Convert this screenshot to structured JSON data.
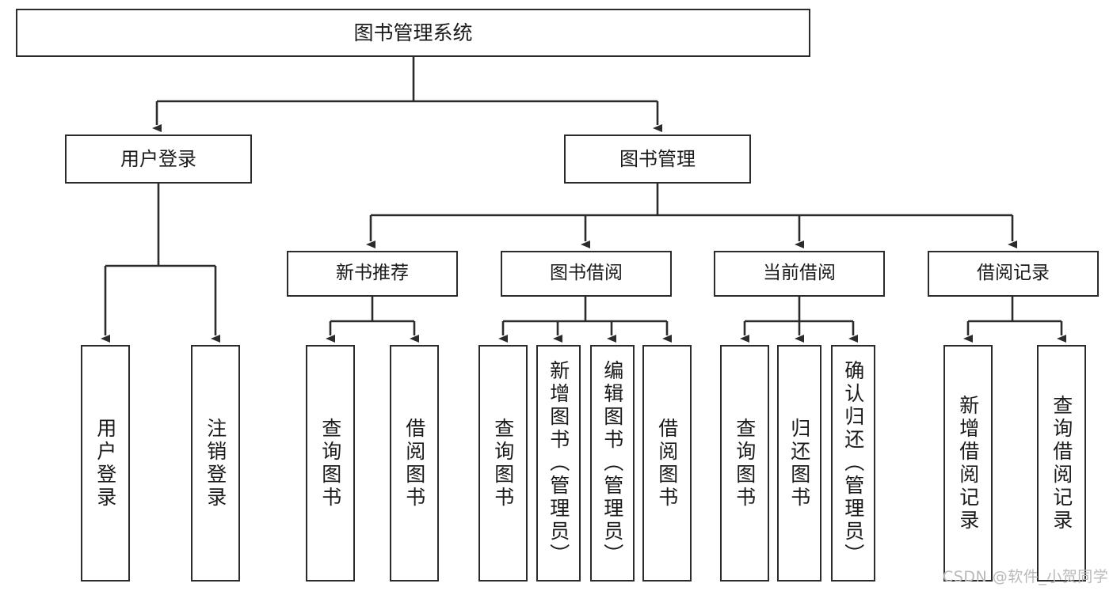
{
  "diagram": {
    "type": "tree",
    "title": "图书管理系统",
    "orientation": "top-down",
    "colors": {
      "node_border": "#2b2b2b",
      "node_fill": "#ffffff",
      "edge": "#2b2b2b",
      "text": "#1a1a1a",
      "watermark": "#b9b9b9",
      "background": "#ffffff"
    },
    "root": {
      "label": "图书管理系统"
    },
    "level2": [
      {
        "label": "用户登录"
      },
      {
        "label": "图书管理"
      }
    ],
    "level3": [
      {
        "label": "新书推荐"
      },
      {
        "label": "图书借阅"
      },
      {
        "label": "当前借阅"
      },
      {
        "label": "借阅记录"
      }
    ],
    "leaves": {
      "user_login": [
        {
          "label": "用户登录"
        },
        {
          "label": "注销登录"
        }
      ],
      "new_book_recommend": [
        {
          "label": "查询图书"
        },
        {
          "label": "借阅图书"
        }
      ],
      "book_borrow": [
        {
          "label": "查询图书"
        },
        {
          "label": "新增图书（管理员）"
        },
        {
          "label": "编辑图书（管理员）"
        },
        {
          "label": "借阅图书"
        }
      ],
      "current_borrow": [
        {
          "label": "查询图书"
        },
        {
          "label": "归还图书"
        },
        {
          "label": "确认归还（管理员）"
        }
      ],
      "borrow_record": [
        {
          "label": "新增借阅记录"
        },
        {
          "label": "查询借阅记录"
        }
      ]
    }
  },
  "watermark": {
    "text": "CSDN @软件_小贺同学"
  }
}
